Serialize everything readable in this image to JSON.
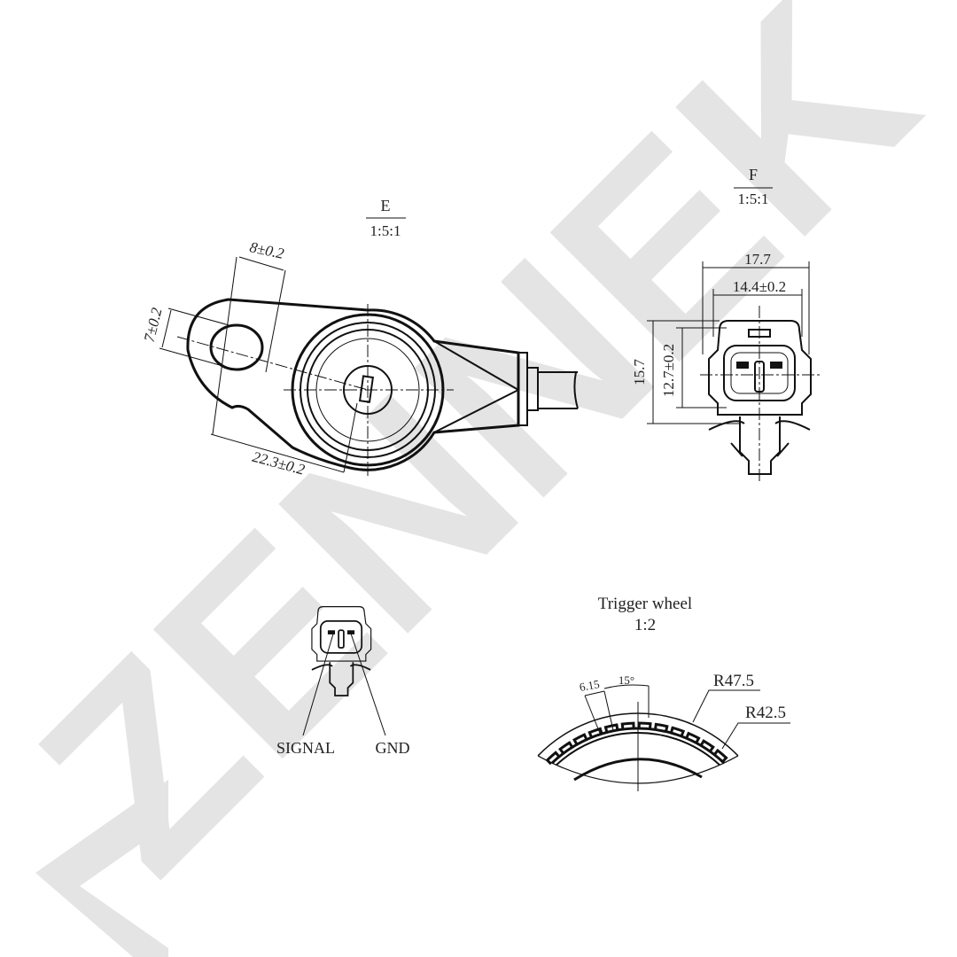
{
  "watermark": {
    "text": "ZENNEK",
    "color": "#e4e4e4"
  },
  "view_e": {
    "label": "E",
    "scale": "1:5:1",
    "dims": {
      "hole_width": "8±0.2",
      "hole_height": "7±0.2",
      "center_distance": "22.3±0.2"
    }
  },
  "view_f": {
    "label": "F",
    "scale": "1:5:1",
    "dims": {
      "overall_width": "17.7",
      "inner_width": "14.4±0.2",
      "overall_height": "15.7",
      "inner_height": "12.7±0.2"
    }
  },
  "pinout": {
    "signal_label": "SIGNAL",
    "gnd_label": "GND"
  },
  "trigger_wheel": {
    "title": "Trigger wheel",
    "scale": "1:2",
    "dims": {
      "tooth_width": "6.15",
      "angle": "15°",
      "outer_radius": "R47.5",
      "inner_radius": "R42.5"
    }
  }
}
